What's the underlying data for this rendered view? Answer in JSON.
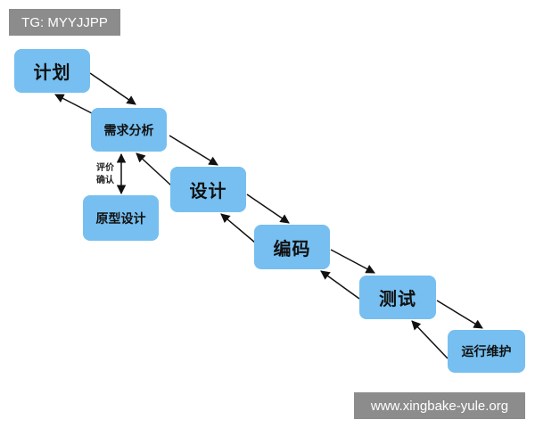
{
  "watermark_top": "TG: MYYJJPP",
  "watermark_bottom": "www.xingbake-yule.org",
  "stages": {
    "plan": "计划",
    "requirements": "需求分析",
    "prototype": "原型设计",
    "design": "设计",
    "coding": "编码",
    "testing": "测试",
    "maintenance": "运行维护"
  },
  "eval_label": [
    "评价",
    "确认"
  ],
  "colors": {
    "box_fill": "#76bff0",
    "arrow": "#111111",
    "watermark_bg": "#8c8c8c"
  }
}
